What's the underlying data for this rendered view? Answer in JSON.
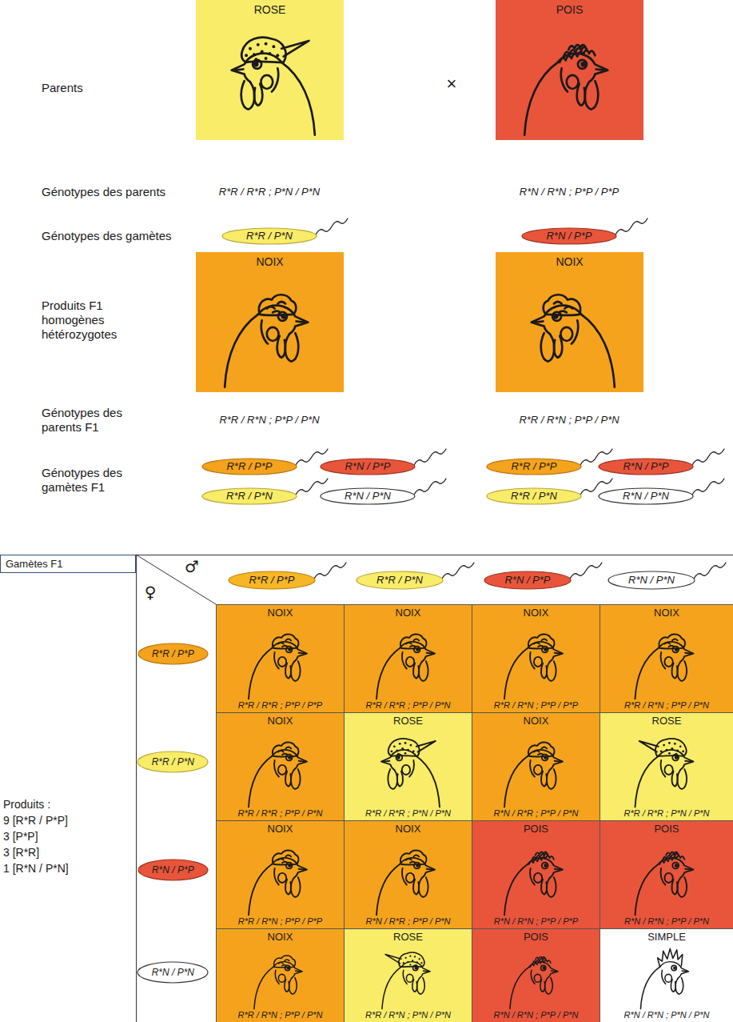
{
  "diagram": {
    "nodes": [
      {
        "text": [
          "ROSE"
        ]
      },
      {
        "text": [
          "POIS"
        ]
      },
      {
        "text": [
          "R*R / P*N"
        ]
      },
      {
        "text": [
          "R*N / P*P"
        ]
      },
      {
        "text": [
          "NOIX"
        ]
      },
      {
        "text": [
          "NOIX"
        ]
      },
      {
        "text": [
          "R*R / P*P"
        ]
      },
      {
        "text": [
          "R*N / P*P"
        ]
      },
      {
        "text": [
          "R*R / P*P"
        ]
      },
      {
        "text": [
          "R*N / P*P"
        ]
      },
      {
        "text": [
          "R*R / P*N"
        ]
      },
      {
        "text": [
          "R*N / P*N"
        ]
      },
      {
        "text": [
          "R*R / P*N"
        ]
      },
      {
        "text": [
          "R*N / P*N"
        ]
      },
      {
        "text": [
          "Gamètes F1"
        ]
      },
      {
        "text": [
          "R*R / P*P"
        ]
      },
      {
        "text": [
          "R*R / P*N"
        ]
      },
      {
        "text": [
          "R*N / P*P"
        ]
      },
      {
        "text": [
          "R*N / P*N"
        ]
      },
      {
        "text": [
          "R*R / P*P"
        ]
      },
      {
        "text": [
          "NOIX",
          "R*R / R*R ; P*P / P*P"
        ]
      },
      {
        "text": [
          "NOIX",
          "R*R / R*R ; P*P / P*N"
        ]
      },
      {
        "text": [
          "NOIX",
          "R*R / R*N ; P*P / P*P"
        ]
      },
      {
        "text": [
          "NOIX",
          "R*R / R*N ; P*P / P*N"
        ]
      },
      {
        "text": [
          "R*R / P*N"
        ]
      },
      {
        "text": [
          "NOIX",
          "R*R / R*R ; P*P / P*N"
        ]
      },
      {
        "text": [
          "ROSE",
          "R*R / R*R ; P*N / P*N"
        ]
      },
      {
        "text": [
          "NOIX",
          "R*N / R*R ; P*P / P*N"
        ]
      },
      {
        "text": [
          "ROSE",
          "R*R / R*R ; P*N / P*N"
        ]
      },
      {
        "text": [
          "R*N / P*P"
        ]
      },
      {
        "text": [
          "NOIX",
          "R*R / R*N ; P*P / P*P"
        ]
      },
      {
        "text": [
          "NOIX",
          "R*N / R*R ; P*P / P*N"
        ]
      },
      {
        "text": [
          "POIS",
          "R*N / R*N ; P*P / P*P"
        ]
      },
      {
        "text": [
          "POIS",
          "R*N / R*N ; P*P / P*N"
        ]
      },
      {
        "text": [
          "R*N / P*N"
        ]
      },
      {
        "text": [
          "NOIX",
          "R*R / R*N ; P*P / P*N"
        ]
      },
      {
        "text": [
          "ROSE",
          "R*R / R*N ; P*N / P*N"
        ]
      },
      {
        "text": [
          "POIS",
          "R*N / R*N ; P*P / P*N"
        ]
      },
      {
        "text": [
          "SIMPLE",
          "R*N / R*N ; P*N / P*N"
        ]
      }
    ],
    "labels": [
      "Parents",
      "×",
      "Génotypes des parents",
      "R*R / R*R ; P*N / P*N",
      "R*N / R*N ; P*P / P*P",
      "Génotypes des gamètes",
      "Produits F1 homogènes hétérozygotes",
      "Génotypes des parents F1",
      "R*R / R*N ; P*P / P*N",
      "R*R / R*N ; P*P / P*N",
      "Génotypes des gamètes F1",
      "♂",
      "♀",
      "Produits :",
      "9 [R*R / P*P]",
      "3 [P*P]",
      "3 [R*R]",
      "1 [R*N / P*N]"
    ]
  }
}
